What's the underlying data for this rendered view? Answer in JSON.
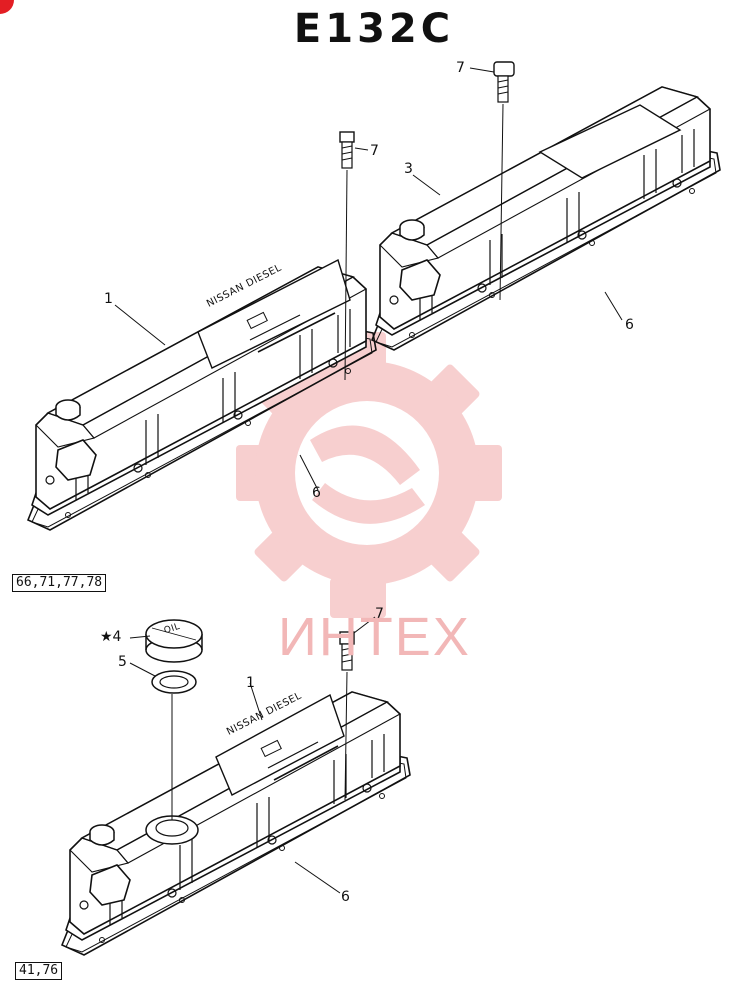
{
  "diagram": {
    "title": "E132C",
    "callouts": {
      "c7a": "7",
      "c7b": "7",
      "c7c": "7",
      "c3": "3",
      "c1a": "1",
      "c1b": "1",
      "c6a": "6",
      "c6b": "6",
      "c6c": "6",
      "c4": "★4",
      "c5": "5"
    },
    "model_codes": {
      "upper": "66,71,77,78",
      "lower": "41,76"
    },
    "plate_text": {
      "upper": "NISSAN DIESEL",
      "lower": "NISSAN DIESEL"
    },
    "cap_text": "OIL",
    "watermark": {
      "text": "ИНТЕХ",
      "color": "#f2b7b7",
      "accent": "#e31e24"
    }
  }
}
